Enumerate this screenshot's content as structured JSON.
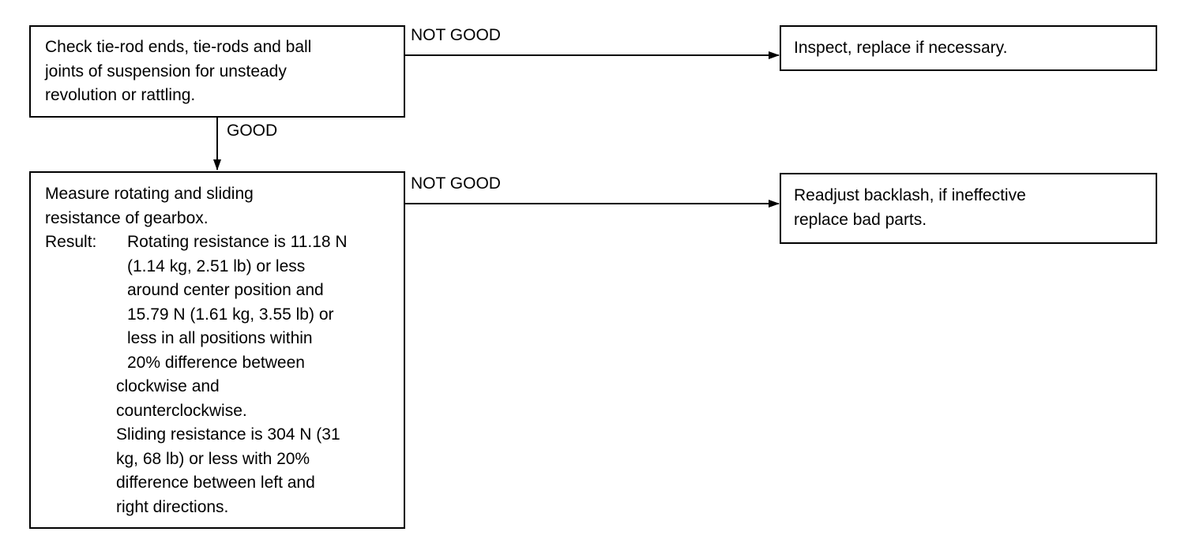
{
  "nodes": {
    "check": {
      "lines": [
        "Check tie-rod ends, tie-rods and ball",
        "joints of suspension for unsteady",
        "revolution or rattling."
      ]
    },
    "inspect": {
      "lines": [
        "Inspect, replace if necessary."
      ]
    },
    "measure": {
      "intro": [
        "Measure rotating and sliding",
        "resistance of gearbox."
      ],
      "result_label": "Result:",
      "result_lines": [
        "Rotating resistance is 11.18 N",
        "(1.14 kg, 2.51 lb) or less",
        "around center position and",
        "15.79 N (1.61 kg, 3.55 lb) or",
        "less in all positions within",
        "20% difference between",
        "clockwise and",
        "counterclockwise."
      ],
      "sliding_lines": [
        "Sliding resistance is 304 N (31",
        "kg, 68 lb) or less with 20%",
        "difference between left and",
        "right directions."
      ]
    },
    "readjust": {
      "lines": [
        "Readjust backlash, if ineffective",
        "replace bad parts."
      ]
    }
  },
  "edges": {
    "check_to_inspect": "NOT GOOD",
    "check_to_measure": "GOOD",
    "measure_to_readjust": "NOT GOOD"
  }
}
